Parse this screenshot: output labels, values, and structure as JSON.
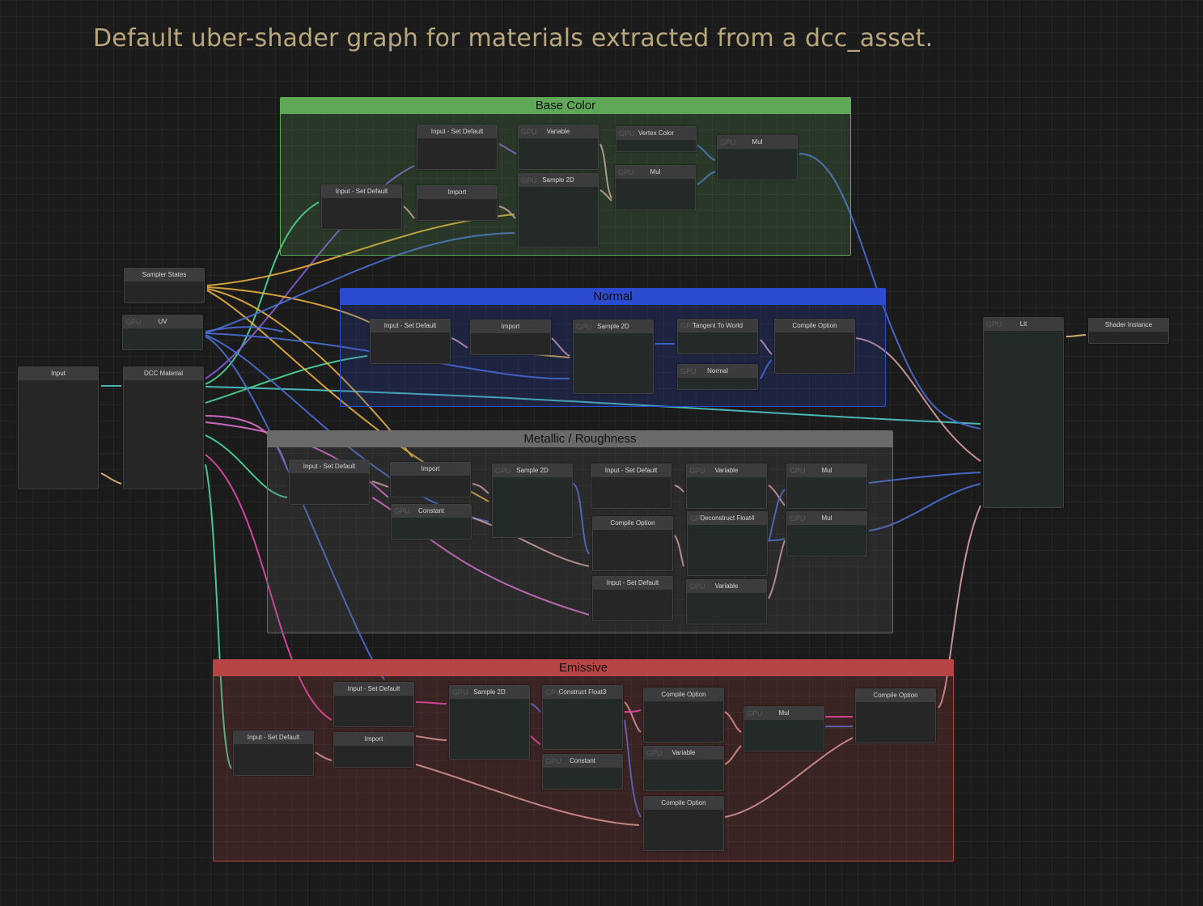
{
  "title": "Default uber-shader graph for materials extracted from a dcc_asset.",
  "colors": {
    "wire_blue": "#4a6fd4",
    "wire_yellow": "#e8b040",
    "wire_purple": "#8a5ad8",
    "wire_teal": "#4fc8c8",
    "wire_green": "#4ed89a",
    "wire_pink": "#e070d0",
    "wire_magenta": "#e848b0",
    "wire_salmon": "#d8a0a0",
    "wire_orange": "#e8b880"
  },
  "gpu_tag": "GPU",
  "groups": [
    {
      "id": "base",
      "label": "Base Color",
      "color": "#5ea858"
    },
    {
      "id": "normal",
      "label": "Normal",
      "color": "#2b4bd0"
    },
    {
      "id": "metal",
      "label": "Metallic / Roughness",
      "color": "#6a6a6a"
    },
    {
      "id": "emis",
      "label": "Emissive",
      "color": "#b84545"
    }
  ],
  "nodes": [
    {
      "id": "input",
      "label": "Input",
      "gpu": false
    },
    {
      "id": "dcc",
      "label": "DCC Material",
      "gpu": false
    },
    {
      "id": "sampler",
      "label": "Sampler States",
      "gpu": false
    },
    {
      "id": "uv",
      "label": "UV",
      "gpu": true
    },
    {
      "id": "b_isd1",
      "label": "Input - Set Default",
      "gpu": false
    },
    {
      "id": "b_isd2",
      "label": "Input - Set Default",
      "gpu": false
    },
    {
      "id": "b_imp",
      "label": "Import",
      "gpu": false
    },
    {
      "id": "b_var",
      "label": "Variable",
      "gpu": true
    },
    {
      "id": "b_s2d",
      "label": "Sample 2D",
      "gpu": true
    },
    {
      "id": "b_vc",
      "label": "Vertex Color",
      "gpu": true
    },
    {
      "id": "b_mul1",
      "label": "Mul",
      "gpu": true
    },
    {
      "id": "b_mul2",
      "label": "Mul",
      "gpu": true
    },
    {
      "id": "n_isd",
      "label": "Input - Set Default",
      "gpu": false
    },
    {
      "id": "n_imp",
      "label": "Import",
      "gpu": false
    },
    {
      "id": "n_s2d",
      "label": "Sample 2D",
      "gpu": true
    },
    {
      "id": "n_ttw",
      "label": "Tangent To World",
      "gpu": true
    },
    {
      "id": "n_nrm",
      "label": "Normal",
      "gpu": true
    },
    {
      "id": "n_co",
      "label": "Compile Option",
      "gpu": false
    },
    {
      "id": "m_isd",
      "label": "Input - Set Default",
      "gpu": false
    },
    {
      "id": "m_imp",
      "label": "Import",
      "gpu": false
    },
    {
      "id": "m_const",
      "label": "Constant",
      "gpu": true
    },
    {
      "id": "m_s2d",
      "label": "Sample 2D",
      "gpu": true
    },
    {
      "id": "m_isd2",
      "label": "Input - Set Default",
      "gpu": false
    },
    {
      "id": "m_co",
      "label": "Compile Option",
      "gpu": false
    },
    {
      "id": "m_isd3",
      "label": "Input - Set Default",
      "gpu": false
    },
    {
      "id": "m_var1",
      "label": "Variable",
      "gpu": true
    },
    {
      "id": "m_df4",
      "label": "Deconstruct Float4",
      "gpu": true
    },
    {
      "id": "m_var2",
      "label": "Variable",
      "gpu": true
    },
    {
      "id": "m_mul1",
      "label": "Mul",
      "gpu": true
    },
    {
      "id": "m_mul2",
      "label": "Mul",
      "gpu": true
    },
    {
      "id": "lit",
      "label": "Lit",
      "gpu": true
    },
    {
      "id": "shader",
      "label": "Shader Instance",
      "gpu": false
    },
    {
      "id": "e_isd1",
      "label": "Input - Set Default",
      "gpu": false
    },
    {
      "id": "e_isd2",
      "label": "Input - Set Default",
      "gpu": false
    },
    {
      "id": "e_imp",
      "label": "Import",
      "gpu": false
    },
    {
      "id": "e_s2d",
      "label": "Sample 2D",
      "gpu": true
    },
    {
      "id": "e_cf3",
      "label": "Construct Float3",
      "gpu": true
    },
    {
      "id": "e_const",
      "label": "Constant",
      "gpu": true
    },
    {
      "id": "e_co1",
      "label": "Compile Option",
      "gpu": false
    },
    {
      "id": "e_var",
      "label": "Variable",
      "gpu": true
    },
    {
      "id": "e_co2",
      "label": "Compile Option",
      "gpu": false
    },
    {
      "id": "e_mul",
      "label": "Mul",
      "gpu": true
    },
    {
      "id": "e_co3",
      "label": "Compile Option",
      "gpu": false
    }
  ]
}
